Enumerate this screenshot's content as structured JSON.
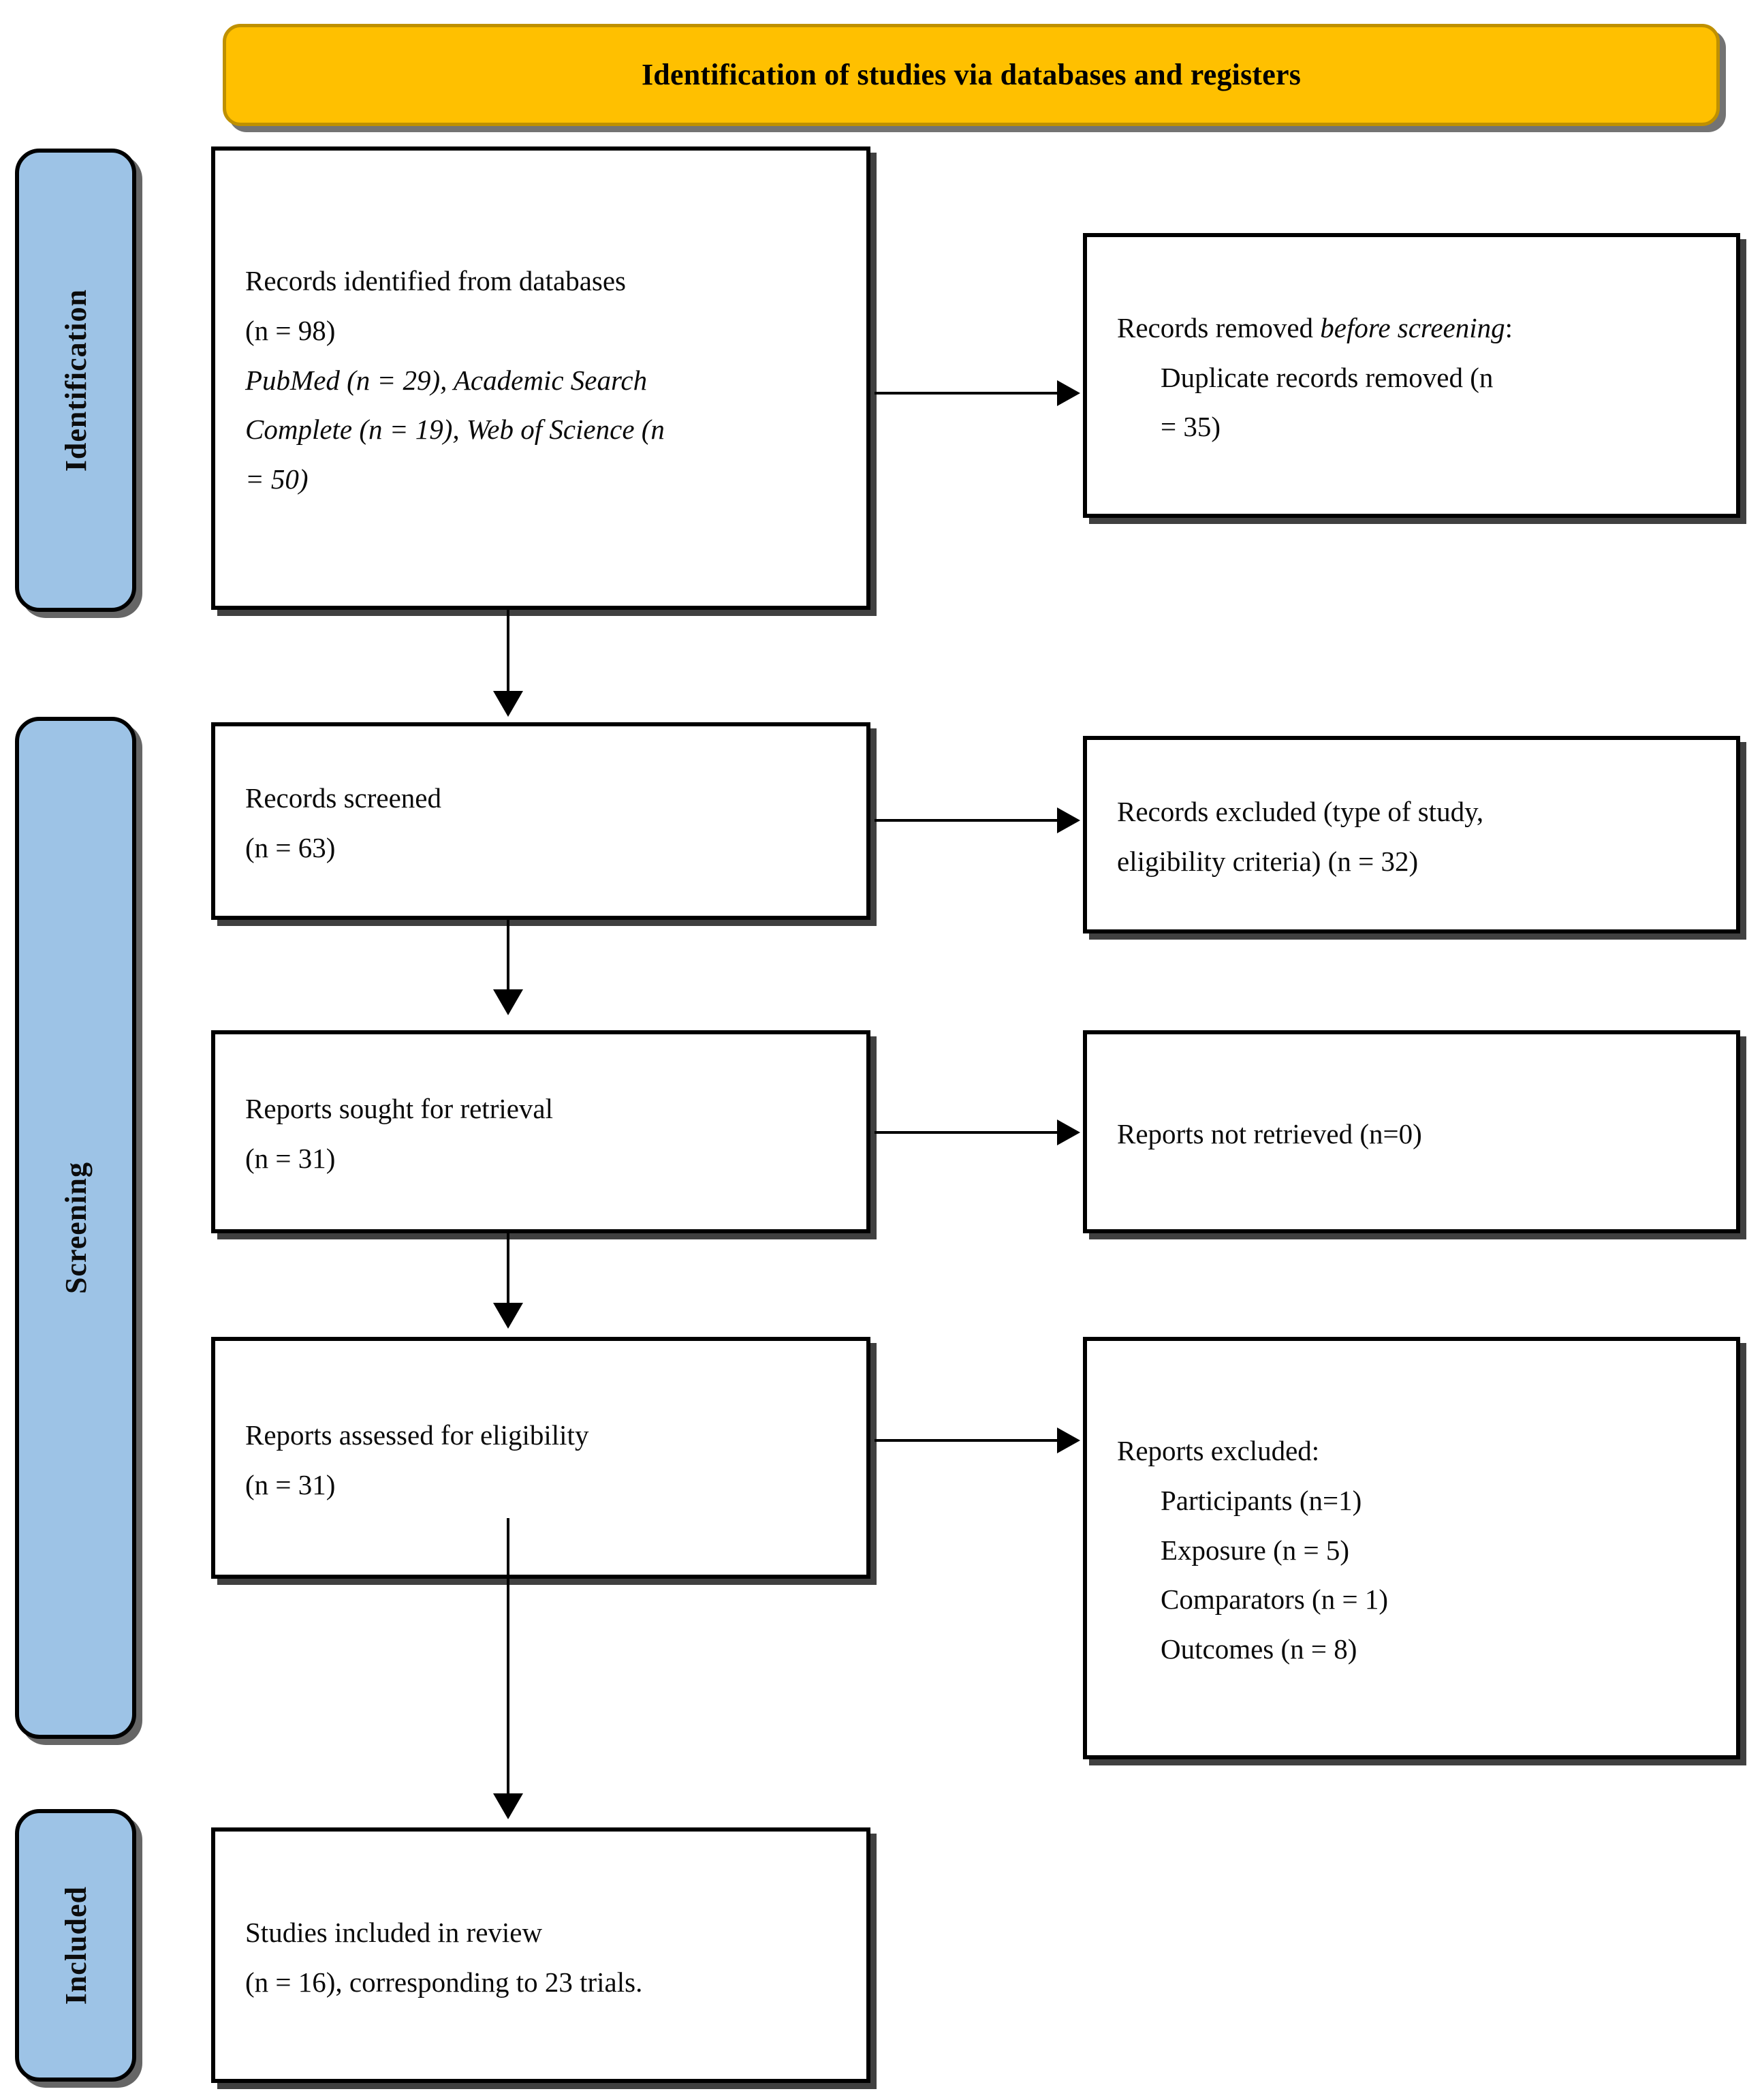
{
  "diagram": {
    "type": "prisma-flow-diagram",
    "banner": {
      "title": "Identification of studies via databases and registers"
    },
    "colors": {
      "banner_fill": "#FFC000",
      "banner_border": "#BF9000",
      "phase_fill": "#9DC3E6",
      "box_border": "#000000",
      "text": "#000000"
    },
    "phases": [
      {
        "id": "identification",
        "label": "Identification"
      },
      {
        "id": "screening",
        "label": "Screening"
      },
      {
        "id": "included",
        "label": "Included"
      }
    ],
    "nodes": {
      "records_identified": {
        "lines": [
          "Records identified from databases",
          "(n = 98)"
        ],
        "italic_lines": [
          "PubMed (n = 29), Academic Search",
          "Complete (n = 19), Web of Science (n",
          "= 50)"
        ]
      },
      "records_removed": {
        "heading_plain": "Records removed ",
        "heading_italic": "before screening",
        "heading_suffix": ":",
        "items": [
          "Duplicate records removed (n",
          "= 35)"
        ]
      },
      "records_screened": {
        "lines": [
          "Records screened",
          "(n = 63)"
        ]
      },
      "records_excluded": {
        "lines": [
          "Records excluded (type of study,",
          "eligibility criteria) (n = 32)"
        ]
      },
      "reports_sought": {
        "lines": [
          "Reports sought for retrieval",
          "(n = 31)"
        ]
      },
      "reports_not_retrieved": {
        "lines": [
          "Reports not retrieved  (n=0)"
        ]
      },
      "reports_assessed": {
        "lines": [
          "Reports assessed for eligibility",
          "(n = 31)"
        ]
      },
      "reports_excluded": {
        "heading": "Reports excluded:",
        "items": [
          "Participants (n=1)",
          "Exposure (n = 5)",
          "Comparators (n = 1)",
          "Outcomes (n = 8)"
        ]
      },
      "studies_included": {
        "lines": [
          "Studies included in review",
          "(n = 16), corresponding to 23 trials."
        ]
      }
    }
  }
}
